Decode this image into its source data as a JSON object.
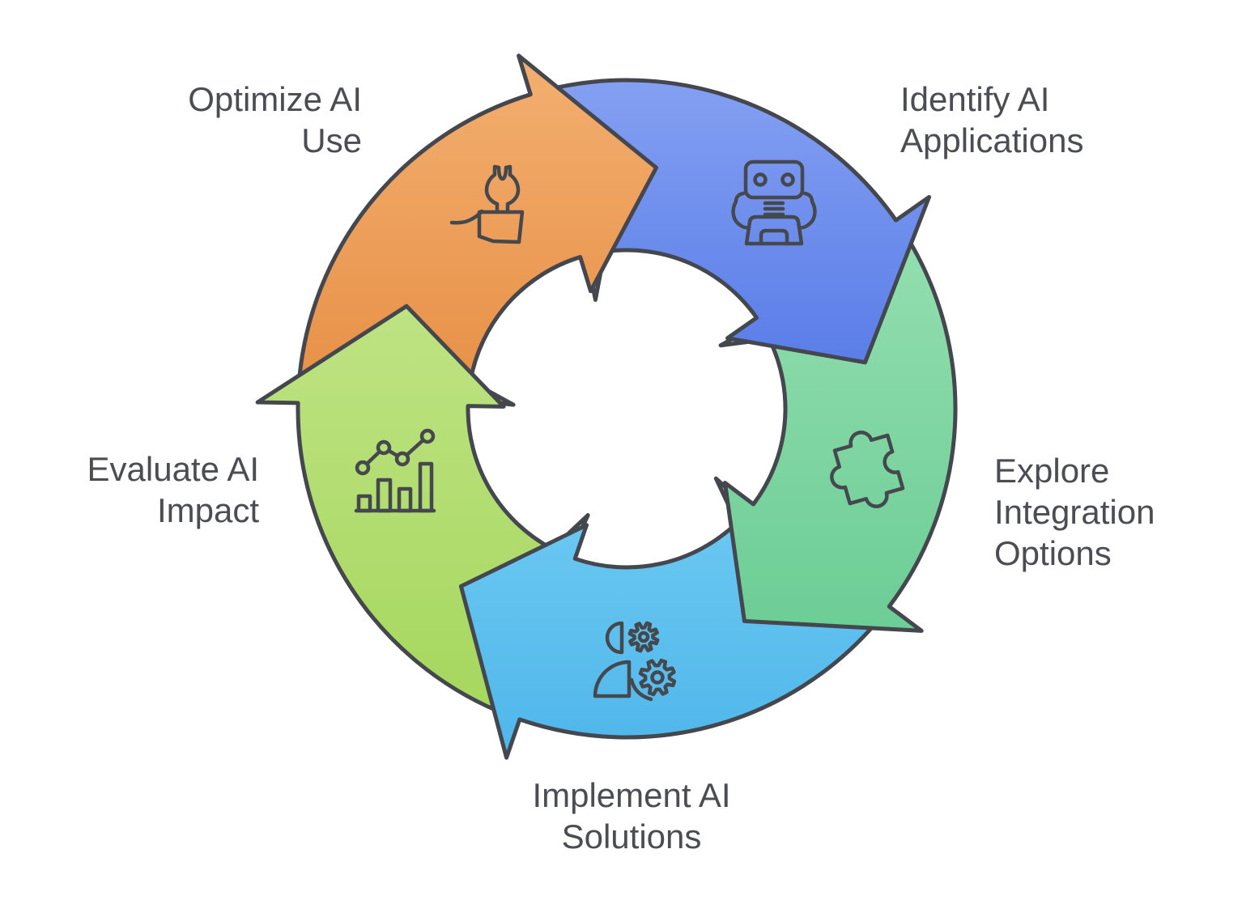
{
  "diagram": {
    "kind": "circular-process-cycle",
    "direction": "clockwise",
    "background_color": "#ffffff",
    "outline_color": "#44474d",
    "label_color": "#4b4d52",
    "icon_stroke_color": "#45484d",
    "steps": [
      {
        "name": "identify-ai-applications",
        "label": "Identify AI Applications",
        "label_lines": [
          "Identify AI",
          "Applications"
        ],
        "icon": "robot-icon",
        "color_top": "#84a0f2",
        "color_bottom": "#5a7de8"
      },
      {
        "name": "explore-integration-options",
        "label": "Explore Integration Options",
        "label_lines": [
          "Explore",
          "Integration",
          "Options"
        ],
        "icon": "puzzle-icon",
        "color_top": "#93deaf",
        "color_bottom": "#6ccd95"
      },
      {
        "name": "implement-ai-solutions",
        "label": "Implement AI Solutions",
        "label_lines": [
          "Implement AI",
          "Solutions"
        ],
        "icon": "person-gears-icon",
        "color_top": "#6fcbf3",
        "color_bottom": "#4fb6ea"
      },
      {
        "name": "evaluate-ai-impact",
        "label": "Evaluate AI Impact",
        "label_lines": [
          "Evaluate AI",
          "Impact"
        ],
        "icon": "bar-chart-icon",
        "color_top": "#bee383",
        "color_bottom": "#a6d75e"
      },
      {
        "name": "optimize-ai-use",
        "label": "Optimize AI Use",
        "label_lines": [
          "Optimize AI",
          "Use"
        ],
        "icon": "wrench-hand-icon",
        "color_top": "#f3af70",
        "color_bottom": "#e78f45"
      }
    ]
  }
}
